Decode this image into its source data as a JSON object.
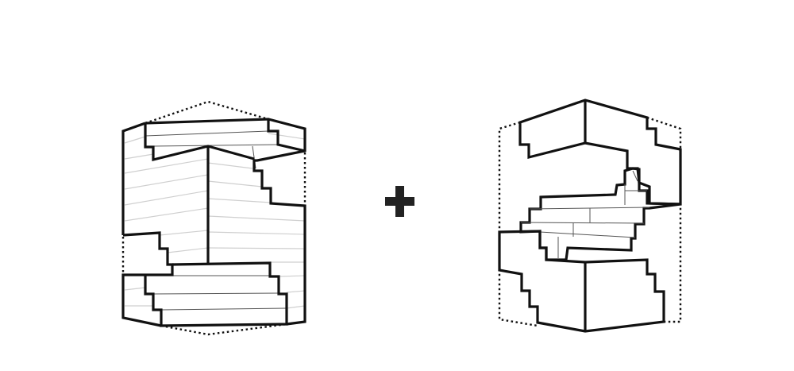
{
  "colors": {
    "outline": "#111111",
    "solid_fill": "#d0d0d0",
    "void_fill": "#ffffff",
    "hatch": "#cfcfcf"
  },
  "diagram": {
    "operator": "plus",
    "left_figure": "void-model",
    "right_figure": "solid-model"
  }
}
